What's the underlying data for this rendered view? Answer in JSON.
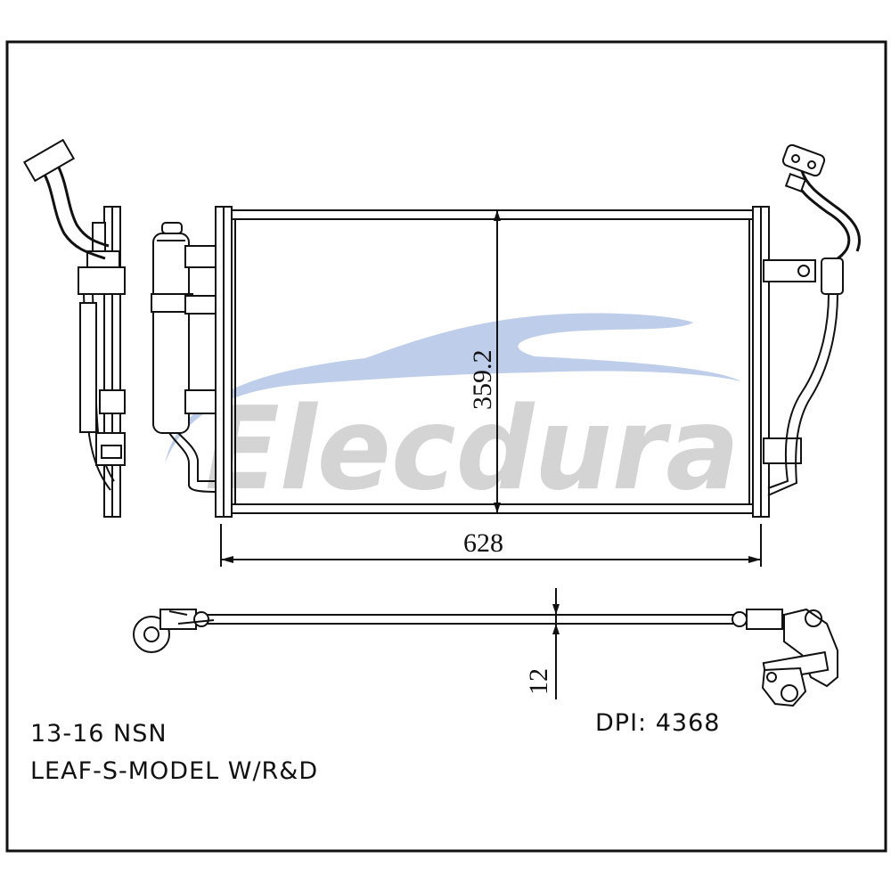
{
  "watermark": {
    "brand": "Elecdura",
    "swoosh_color": "#b3c6e6",
    "text_color": "#d4d4d4"
  },
  "dimensions": {
    "height": "359.2",
    "width": "628",
    "thickness": "12"
  },
  "notes": {
    "years_make": "13-16 NSN",
    "model": "LEAF-S-MODEL W/R&D",
    "dpi": "DPI: 4368"
  }
}
